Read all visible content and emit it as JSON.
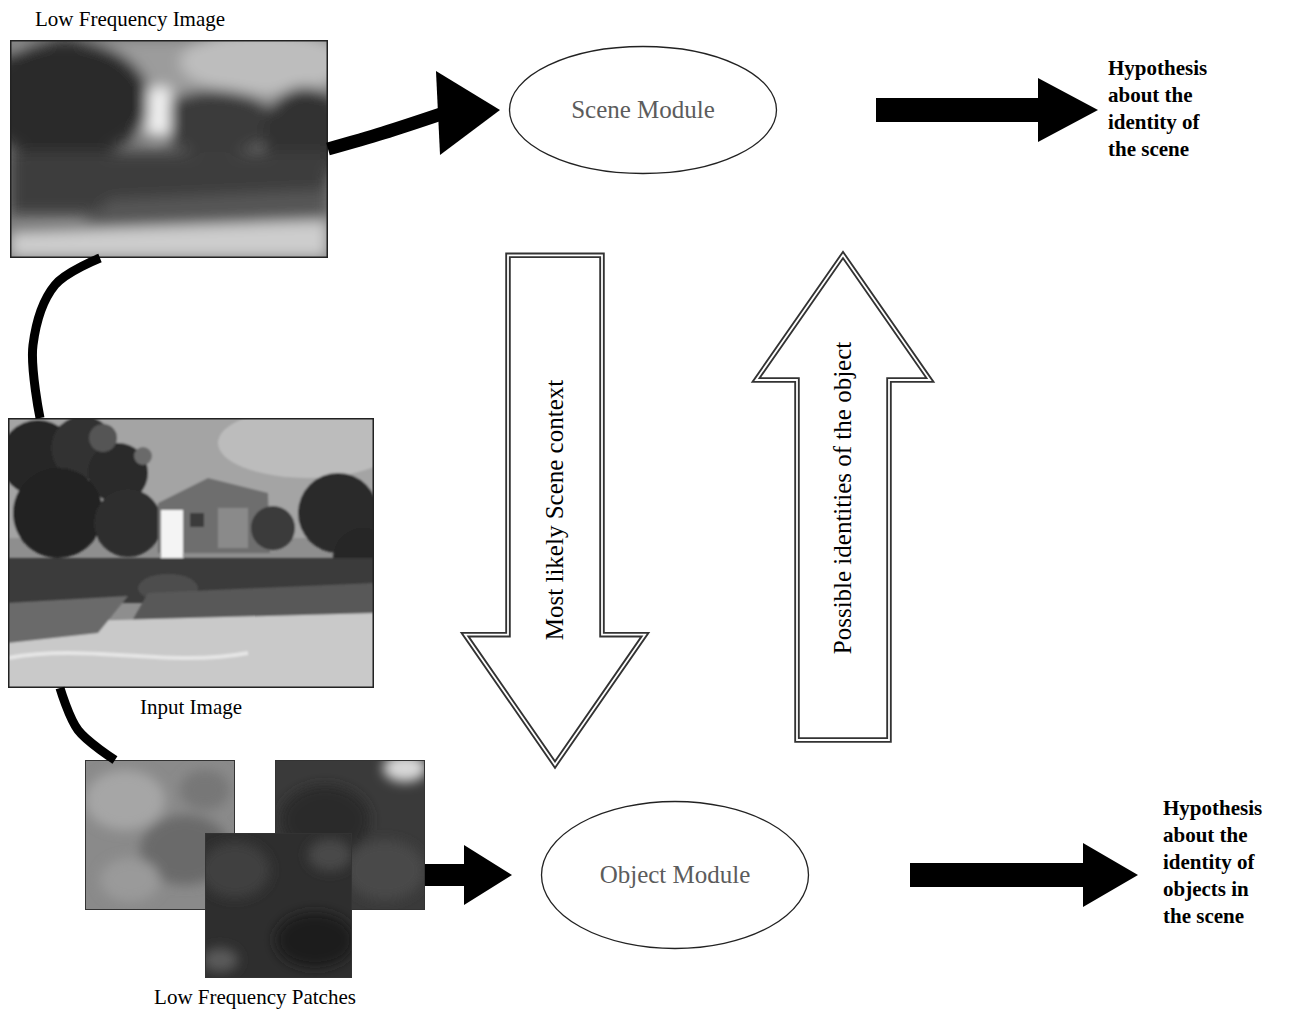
{
  "diagram": {
    "nodes": [
      {
        "text": [
          "Low Frequency Image"
        ]
      },
      {
        "text": [
          "Scene Module"
        ]
      },
      {
        "text": [
          "Hypothesis about the identity of the scene"
        ]
      },
      {
        "text": [
          "Input Image"
        ]
      },
      {
        "text": [
          "Low Frequency Patches"
        ]
      },
      {
        "text": [
          "Object Module"
        ]
      },
      {
        "text": [
          "Hypothesis about the identity of objects in the scene"
        ]
      }
    ],
    "edges": [
      {
        "from": 0,
        "to": 1,
        "arrow": "to"
      },
      {
        "from": 1,
        "to": 2,
        "arrow": "to"
      },
      {
        "from": 1,
        "to": 5,
        "label": "Most likely Scene context",
        "arrow": "to"
      },
      {
        "from": 5,
        "to": 1,
        "label": "Possible identities of the object",
        "arrow": "to"
      },
      {
        "from": 3,
        "to": 0,
        "arrow": "none"
      },
      {
        "from": 3,
        "to": 4,
        "arrow": "none"
      },
      {
        "from": 4,
        "to": 5,
        "arrow": "to"
      },
      {
        "from": 5,
        "to": 6,
        "arrow": "to"
      }
    ]
  }
}
